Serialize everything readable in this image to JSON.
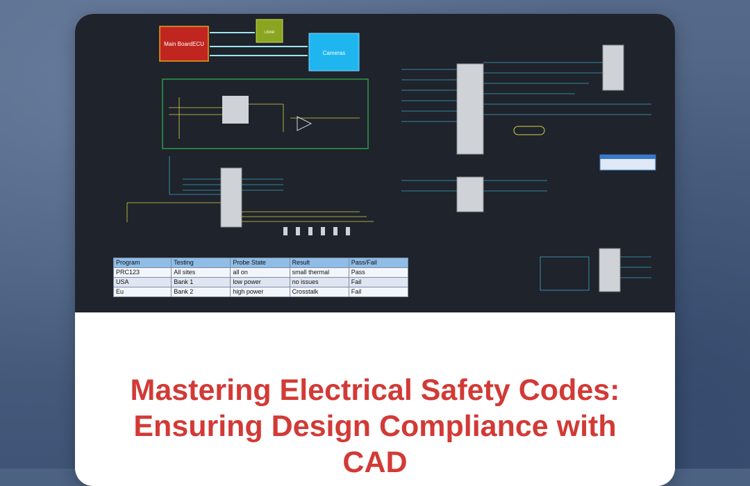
{
  "schematic": {
    "block_main": "Main BoardECU",
    "block_lidar": "LIDAR",
    "block_cameras": "Cameras"
  },
  "results_table": {
    "headers": [
      "Program",
      "Testing",
      "Probe State",
      "Result",
      "Pass/Fail"
    ],
    "rows": [
      [
        "PRC123",
        "All sites",
        "all on",
        "small thermal",
        "Pass"
      ],
      [
        "USA",
        "Bank 1",
        "low power",
        "no issues",
        "Fail"
      ],
      [
        "Eu",
        "Bank 2",
        "high power",
        "Crosstalk",
        "Fail"
      ]
    ]
  },
  "title": {
    "line1": "Mastering Electrical Safety Codes:",
    "line2": "Ensuring Design Compliance with",
    "line3": "CAD"
  },
  "colors": {
    "title": "#d23a36",
    "block_main": "#c0261f",
    "block_lidar": "#8aa621",
    "block_cameras": "#1fb6f0",
    "wire_cyan": "#3fa9c9",
    "wire_yellow": "#d8d04a",
    "schematic_bg": "#1f232b"
  }
}
